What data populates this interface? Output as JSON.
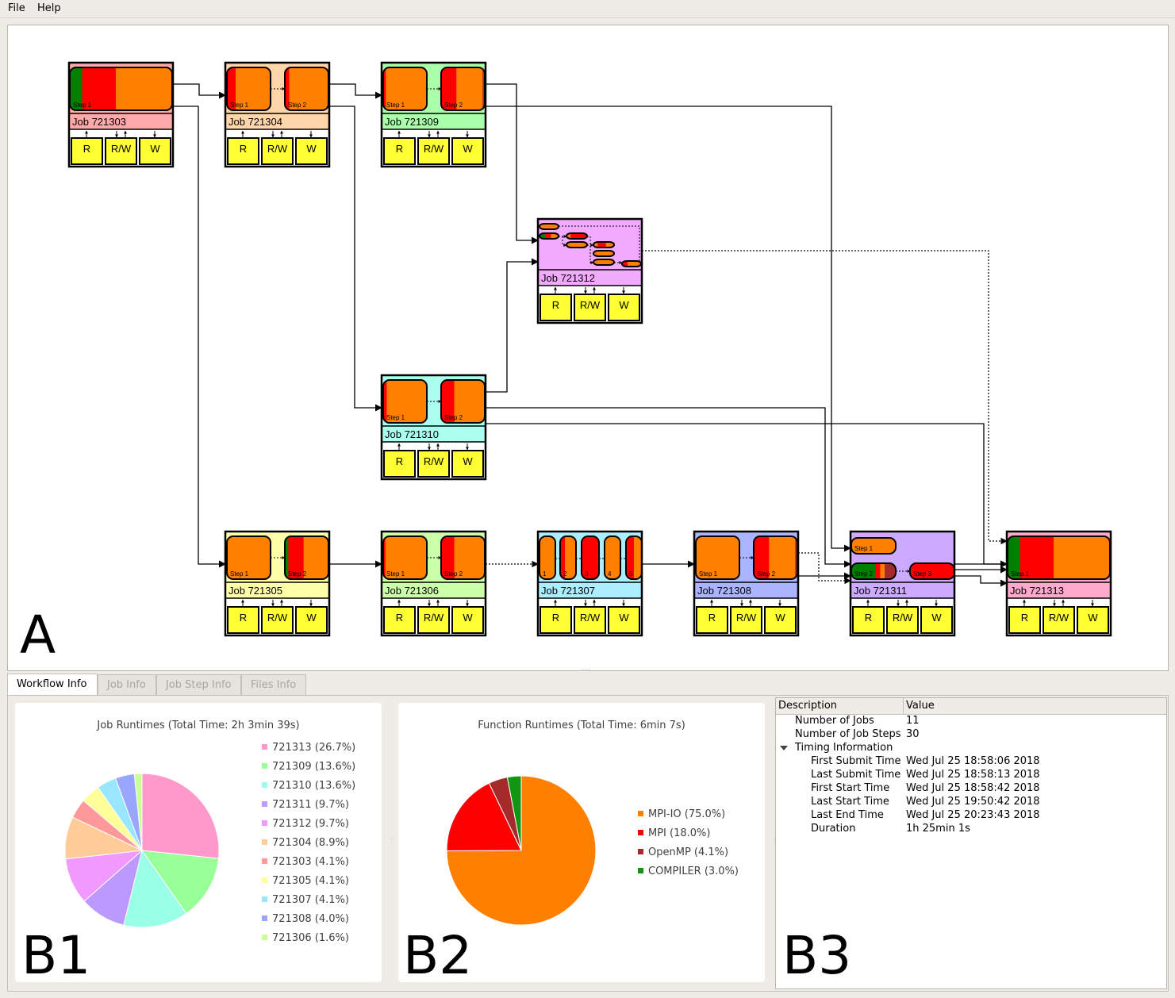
{
  "menu": {
    "file": "File",
    "help": "Help"
  },
  "panel_labels": {
    "a": "A",
    "b1": "B1",
    "b2": "B2",
    "b3": "B3"
  },
  "graph": {
    "colors": {
      "orange": "#ff8000",
      "red": "#ff0000",
      "green": "#008000",
      "darkred": "#a52a2a",
      "file_box": "#ffff33"
    },
    "file_labels": [
      "R",
      "R/W",
      "W"
    ],
    "jobs": [
      {
        "id": "721303",
        "label": "Job 721303",
        "color": "#ffaaaa",
        "steps": [
          "Step 1"
        ]
      },
      {
        "id": "721304",
        "label": "Job 721304",
        "color": "#ffd5aa",
        "steps": [
          "Step 1",
          "Step 2"
        ]
      },
      {
        "id": "721309",
        "label": "Job 721309",
        "color": "#aaffaa",
        "steps": [
          "Step 1",
          "Step 2"
        ]
      },
      {
        "id": "721312",
        "label": "Job 721312",
        "color": "#f2aaff",
        "steps": []
      },
      {
        "id": "721310",
        "label": "Job 721310",
        "color": "#aaffee",
        "steps": [
          "Step 1",
          "Step 2"
        ]
      },
      {
        "id": "721305",
        "label": "Job 721305",
        "color": "#ffffaa",
        "steps": [
          "Step 1",
          "Step 2"
        ]
      },
      {
        "id": "721306",
        "label": "Job 721306",
        "color": "#ccffaa",
        "steps": [
          "Step 1",
          "Step 2"
        ]
      },
      {
        "id": "721307",
        "label": "Job 721307",
        "color": "#aaeeff",
        "steps": [
          "1",
          "2",
          "3",
          "4",
          "5"
        ]
      },
      {
        "id": "721308",
        "label": "Job 721308",
        "color": "#aab4ff",
        "steps": [
          "Step 1",
          "Step 2"
        ]
      },
      {
        "id": "721311",
        "label": "Job 721311",
        "color": "#ccaaff",
        "steps": [
          "Step 1",
          "Step 2",
          "Step 3"
        ]
      },
      {
        "id": "721313",
        "label": "Job 721313",
        "color": "#ffaacc",
        "steps": [
          "Step 1"
        ]
      }
    ]
  },
  "tabs": [
    {
      "label": "Workflow Info",
      "active": true
    },
    {
      "label": "Job Info",
      "active": false
    },
    {
      "label": "Job Step Info",
      "active": false
    },
    {
      "label": "Files Info",
      "active": false
    }
  ],
  "job_runtime_chart": {
    "chart_data": {
      "type": "pie",
      "title": "Job Runtimes (Total Time: 2h 3min 39s)",
      "slices": [
        {
          "label": "721313 (26.7%)",
          "value": 26.7,
          "color": "#ff99cc"
        },
        {
          "label": "721309 (13.6%)",
          "value": 13.6,
          "color": "#99ff99"
        },
        {
          "label": "721310 (13.6%)",
          "value": 13.6,
          "color": "#99ffe6"
        },
        {
          "label": "721311 (9.7%)",
          "value": 9.7,
          "color": "#bb99ff"
        },
        {
          "label": "721312 (9.7%)",
          "value": 9.7,
          "color": "#f299ff"
        },
        {
          "label": "721304 (8.9%)",
          "value": 8.9,
          "color": "#ffcc99"
        },
        {
          "label": "721303 (4.1%)",
          "value": 4.1,
          "color": "#ff9999"
        },
        {
          "label": "721305 (4.1%)",
          "value": 4.1,
          "color": "#ffff99"
        },
        {
          "label": "721307 (4.1%)",
          "value": 4.1,
          "color": "#99e6ff"
        },
        {
          "label": "721308 (4.0%)",
          "value": 4.0,
          "color": "#99a6ff"
        },
        {
          "label": "721306 (1.6%)",
          "value": 1.6,
          "color": "#ccff99"
        }
      ]
    }
  },
  "function_runtime_chart": {
    "chart_data": {
      "type": "pie",
      "title": "Function Runtimes (Total Time: 6min 7s)",
      "slices": [
        {
          "label": "MPI-IO (75.0%)",
          "value": 75.0,
          "color": "#ff8000"
        },
        {
          "label": "MPI (18.0%)",
          "value": 18.0,
          "color": "#ff0000"
        },
        {
          "label": "OpenMP (4.1%)",
          "value": 4.1,
          "color": "#a52a2a"
        },
        {
          "label": "COMPILER (3.0%)",
          "value": 3.0,
          "color": "#129612"
        }
      ]
    }
  },
  "info_table": {
    "headers": [
      "Description",
      "Value"
    ],
    "rows": [
      {
        "desc": "Number of Jobs",
        "value": "11",
        "level": 1
      },
      {
        "desc": "Number of Job Steps",
        "value": "30",
        "level": 1
      },
      {
        "desc": "Timing Information",
        "value": "",
        "level": 1,
        "expanded": true
      },
      {
        "desc": "First Submit Time",
        "value": "Wed Jul 25 18:58:06 2018",
        "level": 2
      },
      {
        "desc": "Last Submit Time",
        "value": "Wed Jul 25 18:58:13 2018",
        "level": 2
      },
      {
        "desc": "First Start Time",
        "value": "Wed Jul 25 18:58:42 2018",
        "level": 2
      },
      {
        "desc": "Last Start Time",
        "value": "Wed Jul 25 19:50:42 2018",
        "level": 2
      },
      {
        "desc": "Last End Time",
        "value": "Wed Jul 25 20:23:43 2018",
        "level": 2
      },
      {
        "desc": "Duration",
        "value": "1h 25min 1s",
        "level": 2
      }
    ]
  }
}
